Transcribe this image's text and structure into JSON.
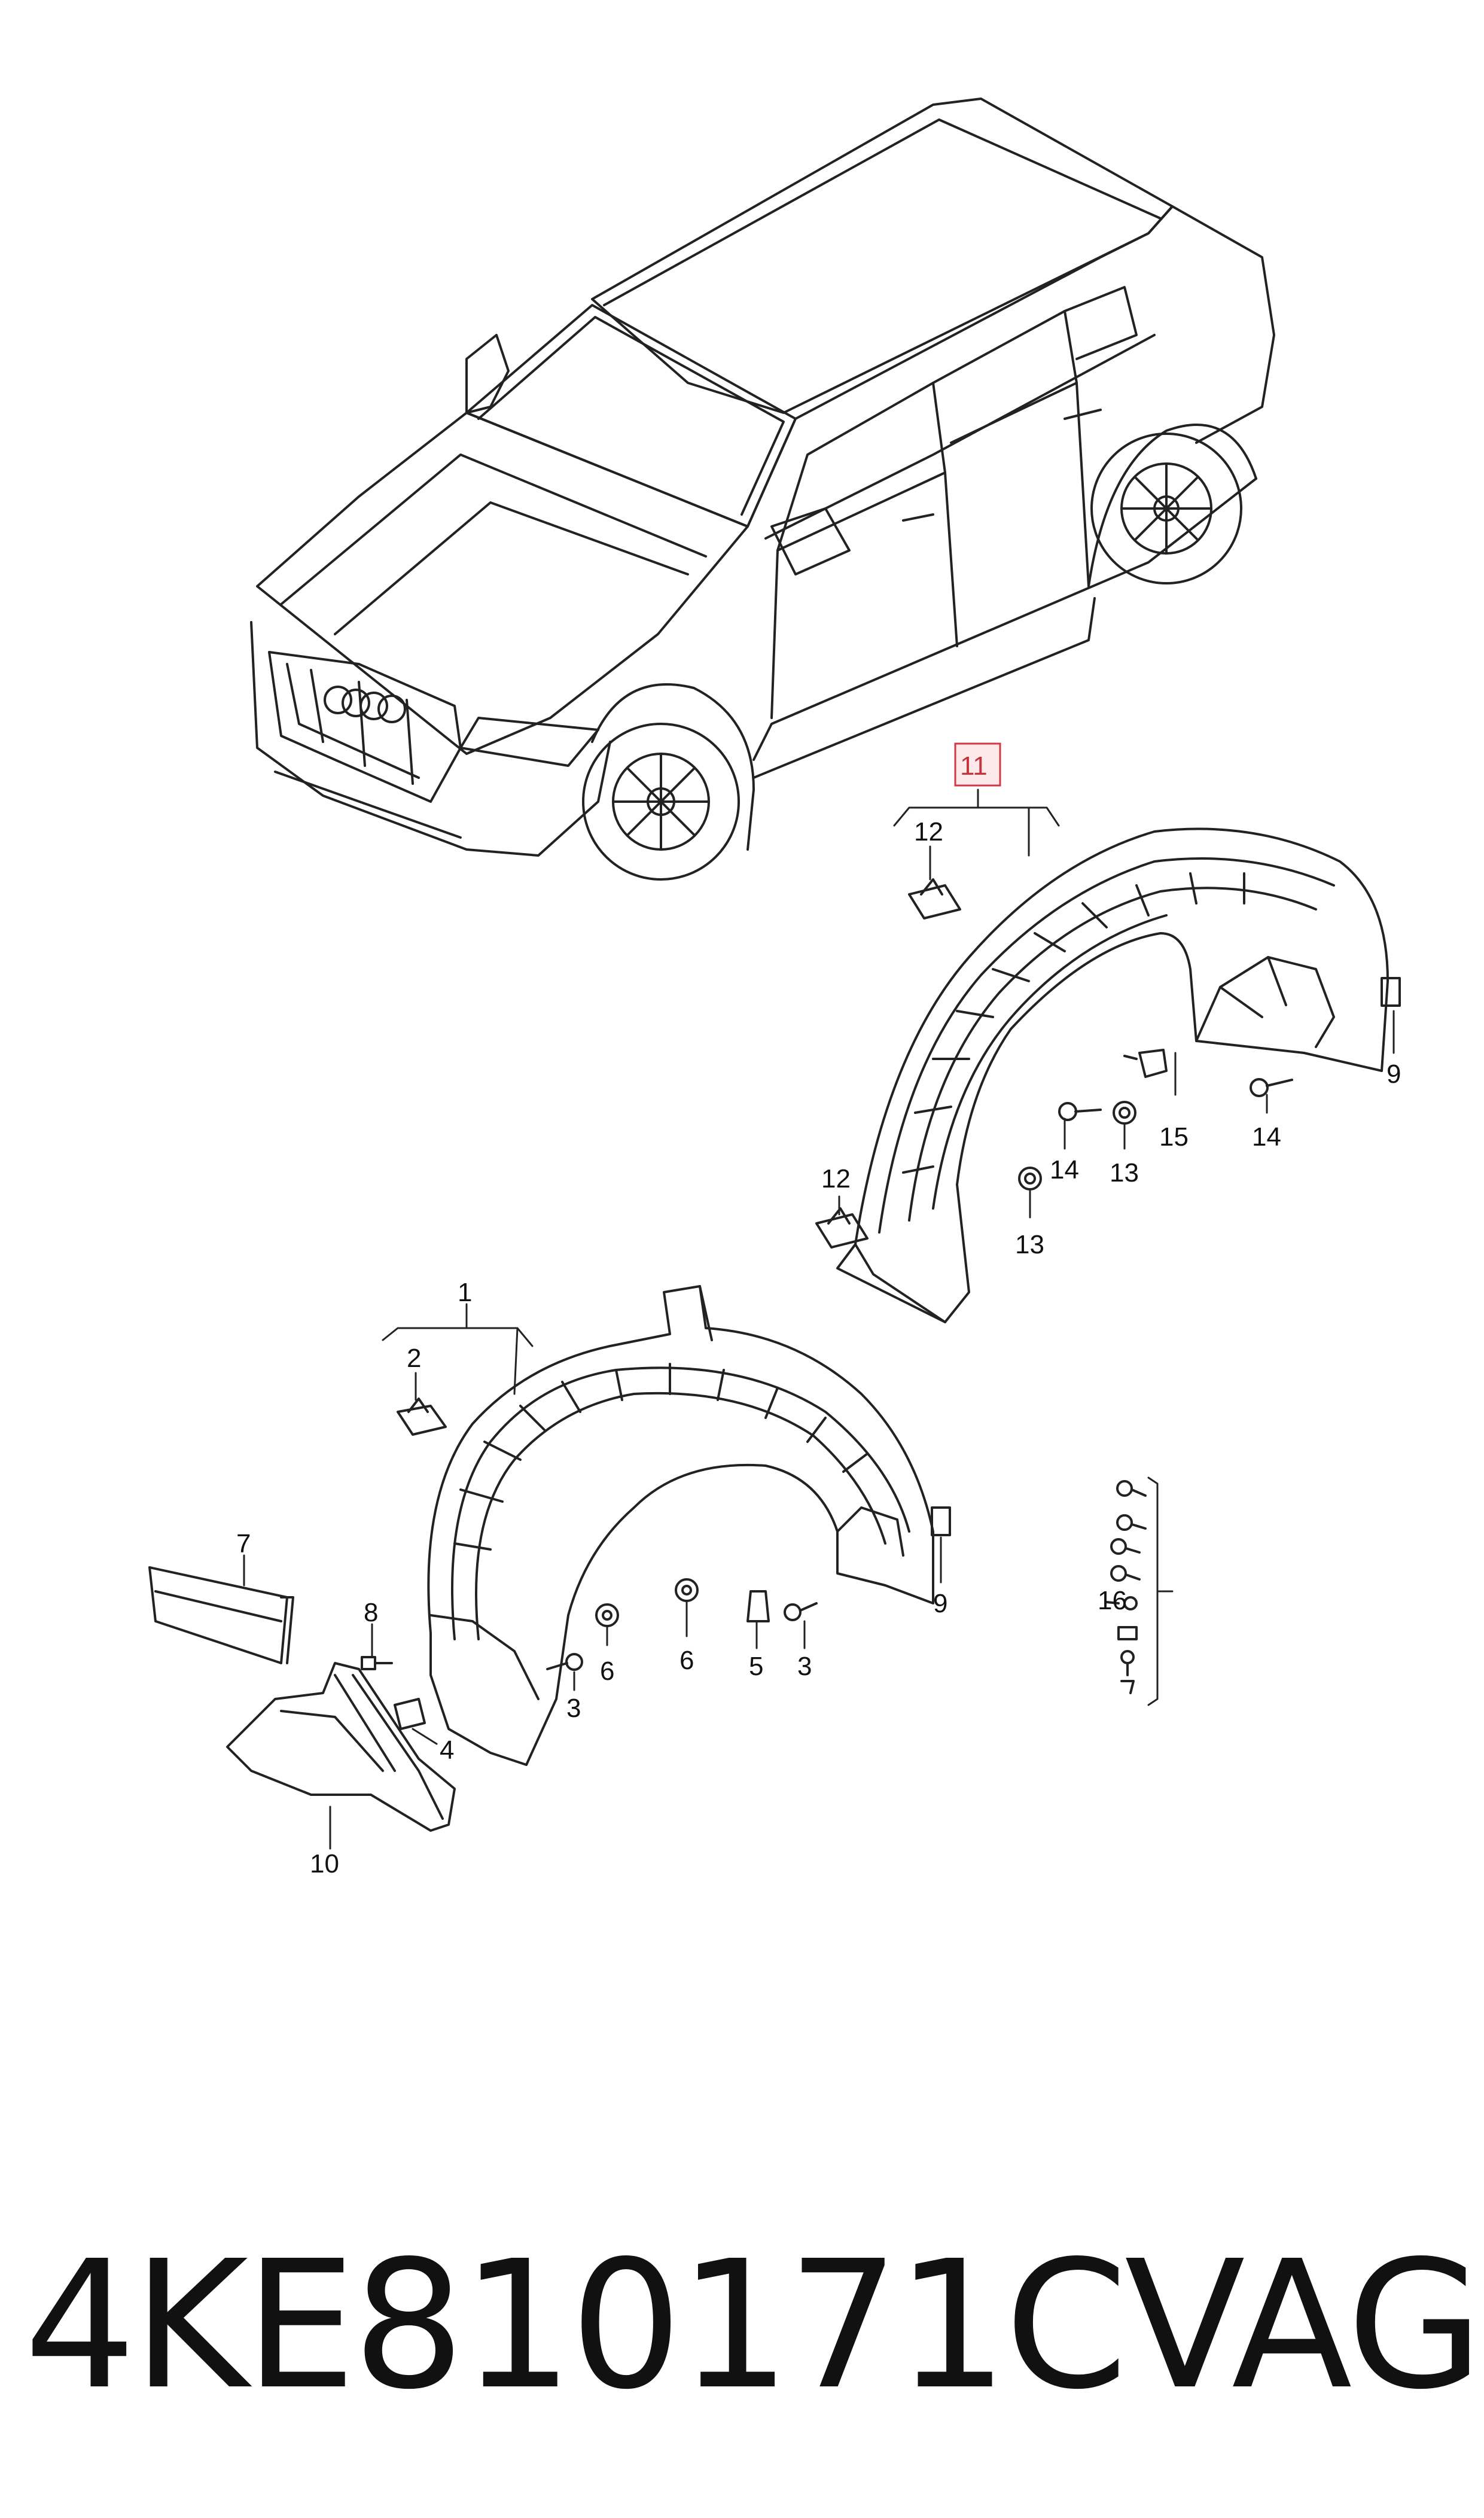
{
  "callouts": {
    "c1": "1",
    "c2": "2",
    "c3a": "3",
    "c3b": "3",
    "c4": "4",
    "c5": "5",
    "c6a": "6",
    "c6b": "6",
    "c7": "7",
    "c8": "8",
    "c9a": "9",
    "c9b": "9",
    "c10": "10",
    "c11": "11",
    "c12a": "12",
    "c12b": "12",
    "c13a": "13",
    "c13b": "13",
    "c14a": "14",
    "c14b": "14",
    "c15": "15",
    "c16": "16"
  },
  "footer": {
    "part_number": "4KE810171C",
    "brand": "VAG"
  },
  "colors": {
    "line": "#222222",
    "callout_highlight": "#c8323c",
    "background": "#ffffff"
  }
}
